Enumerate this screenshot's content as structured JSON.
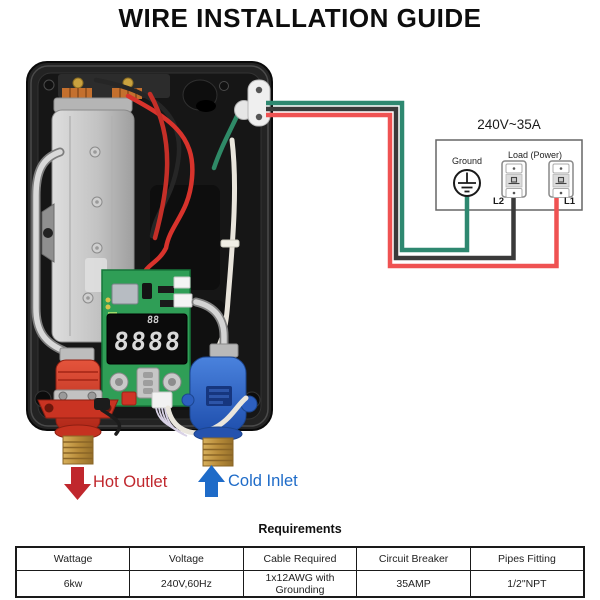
{
  "title": "WIRE INSTALLATION GUIDE",
  "breaker_panel": {
    "rating": "240V~35A",
    "ground_label": "Ground",
    "load_label": "Load (Power)",
    "l2_label": "L2",
    "l1_label": "L1"
  },
  "heater": {
    "display_main": "8888",
    "display_small": "88",
    "hot_outlet_label": "Hot Outlet",
    "cold_inlet_label": "Cold Inlet"
  },
  "colors": {
    "ground_wire": "#2E8870",
    "l2_wire": "#3A3A3A",
    "l1_wire": "#EF5252",
    "hot_outlet": "#C0272D",
    "cold_inlet": "#1E6BC8",
    "pcb_green": "#2F9E56"
  },
  "requirements": {
    "title": "Requirements",
    "headers": [
      "Wattage",
      "Voltage",
      "Cable Required",
      "Circuit Breaker",
      "Pipes Fitting"
    ],
    "values": [
      "6kw",
      "240V,60Hz",
      "1x12AWG with Grounding",
      "35AMP",
      "1/2\"NPT"
    ]
  }
}
